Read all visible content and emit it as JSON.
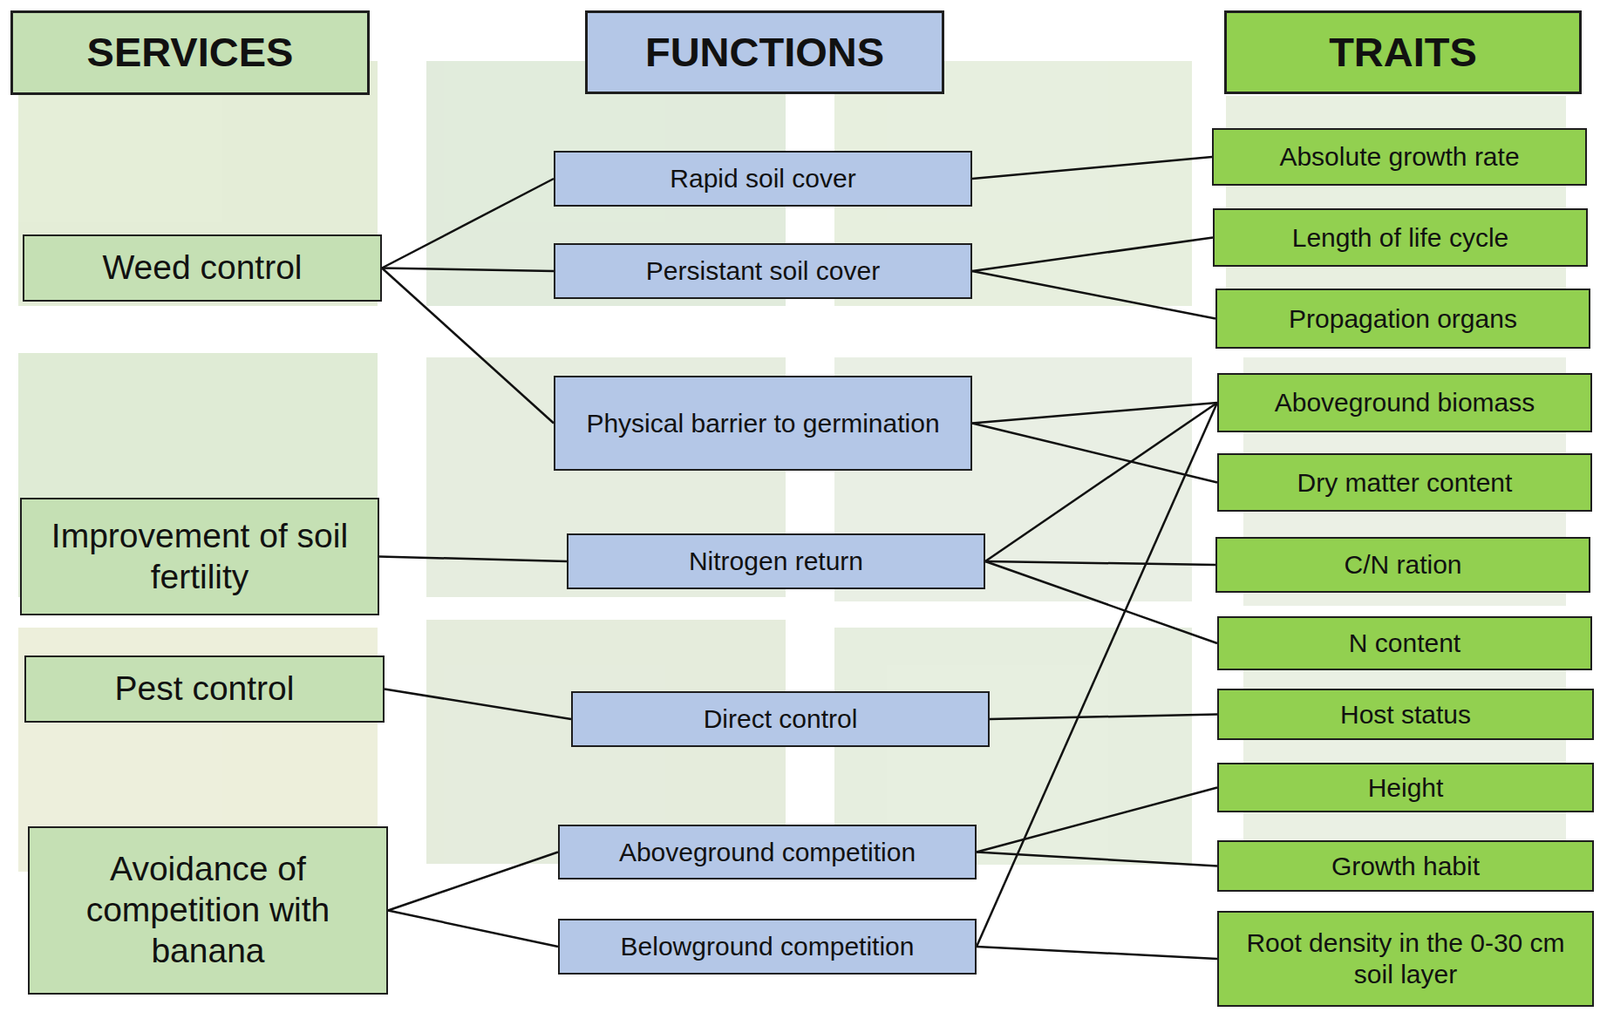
{
  "diagram": {
    "nodes": [
      {
        "text": [
          "SERVICES"
        ]
      },
      {
        "text": [
          "FUNCTIONS"
        ]
      },
      {
        "text": [
          "TRAITS"
        ]
      },
      {
        "text": [
          "Weed control"
        ]
      },
      {
        "text": [
          "Improvement of soil fertility"
        ]
      },
      {
        "text": [
          "Pest control"
        ]
      },
      {
        "text": [
          "Avoidance of competition with banana"
        ]
      },
      {
        "text": [
          "Rapid soil cover"
        ]
      },
      {
        "text": [
          "Persistant soil cover"
        ]
      },
      {
        "text": [
          "Physical barrier to germination"
        ]
      },
      {
        "text": [
          "Nitrogen return"
        ]
      },
      {
        "text": [
          "Direct control"
        ]
      },
      {
        "text": [
          "Aboveground competition"
        ]
      },
      {
        "text": [
          "Belowground competition"
        ]
      },
      {
        "text": [
          "Absolute growth rate"
        ]
      },
      {
        "text": [
          "Length of life cycle"
        ]
      },
      {
        "text": [
          "Propagation organs"
        ]
      },
      {
        "text": [
          "Aboveground biomass"
        ]
      },
      {
        "text": [
          "Dry matter content"
        ]
      },
      {
        "text": [
          "C/N ration"
        ]
      },
      {
        "text": [
          "N content"
        ]
      },
      {
        "text": [
          "Host status"
        ]
      },
      {
        "text": [
          "Height"
        ]
      },
      {
        "text": [
          "Growth habit"
        ]
      },
      {
        "text": [
          "Root density in the 0-30 cm soil layer"
        ]
      }
    ],
    "edges": [
      {
        "from": 3,
        "to": 7,
        "arrow": "none"
      },
      {
        "from": 3,
        "to": 8,
        "arrow": "none"
      },
      {
        "from": 3,
        "to": 9,
        "arrow": "none"
      },
      {
        "from": 4,
        "to": 10,
        "arrow": "none"
      },
      {
        "from": 5,
        "to": 11,
        "arrow": "none"
      },
      {
        "from": 6,
        "to": 12,
        "arrow": "none"
      },
      {
        "from": 6,
        "to": 13,
        "arrow": "none"
      },
      {
        "from": 7,
        "to": 14,
        "arrow": "none"
      },
      {
        "from": 8,
        "to": 15,
        "arrow": "none"
      },
      {
        "from": 8,
        "to": 16,
        "arrow": "none"
      },
      {
        "from": 9,
        "to": 17,
        "arrow": "none"
      },
      {
        "from": 9,
        "to": 18,
        "arrow": "none"
      },
      {
        "from": 10,
        "to": 17,
        "arrow": "none"
      },
      {
        "from": 10,
        "to": 19,
        "arrow": "none"
      },
      {
        "from": 10,
        "to": 20,
        "arrow": "none"
      },
      {
        "from": 11,
        "to": 21,
        "arrow": "none"
      },
      {
        "from": 12,
        "to": 22,
        "arrow": "none"
      },
      {
        "from": 12,
        "to": 23,
        "arrow": "none"
      },
      {
        "from": 13,
        "to": 24,
        "arrow": "none"
      },
      {
        "from": 13,
        "to": 17,
        "arrow": "none"
      }
    ]
  }
}
